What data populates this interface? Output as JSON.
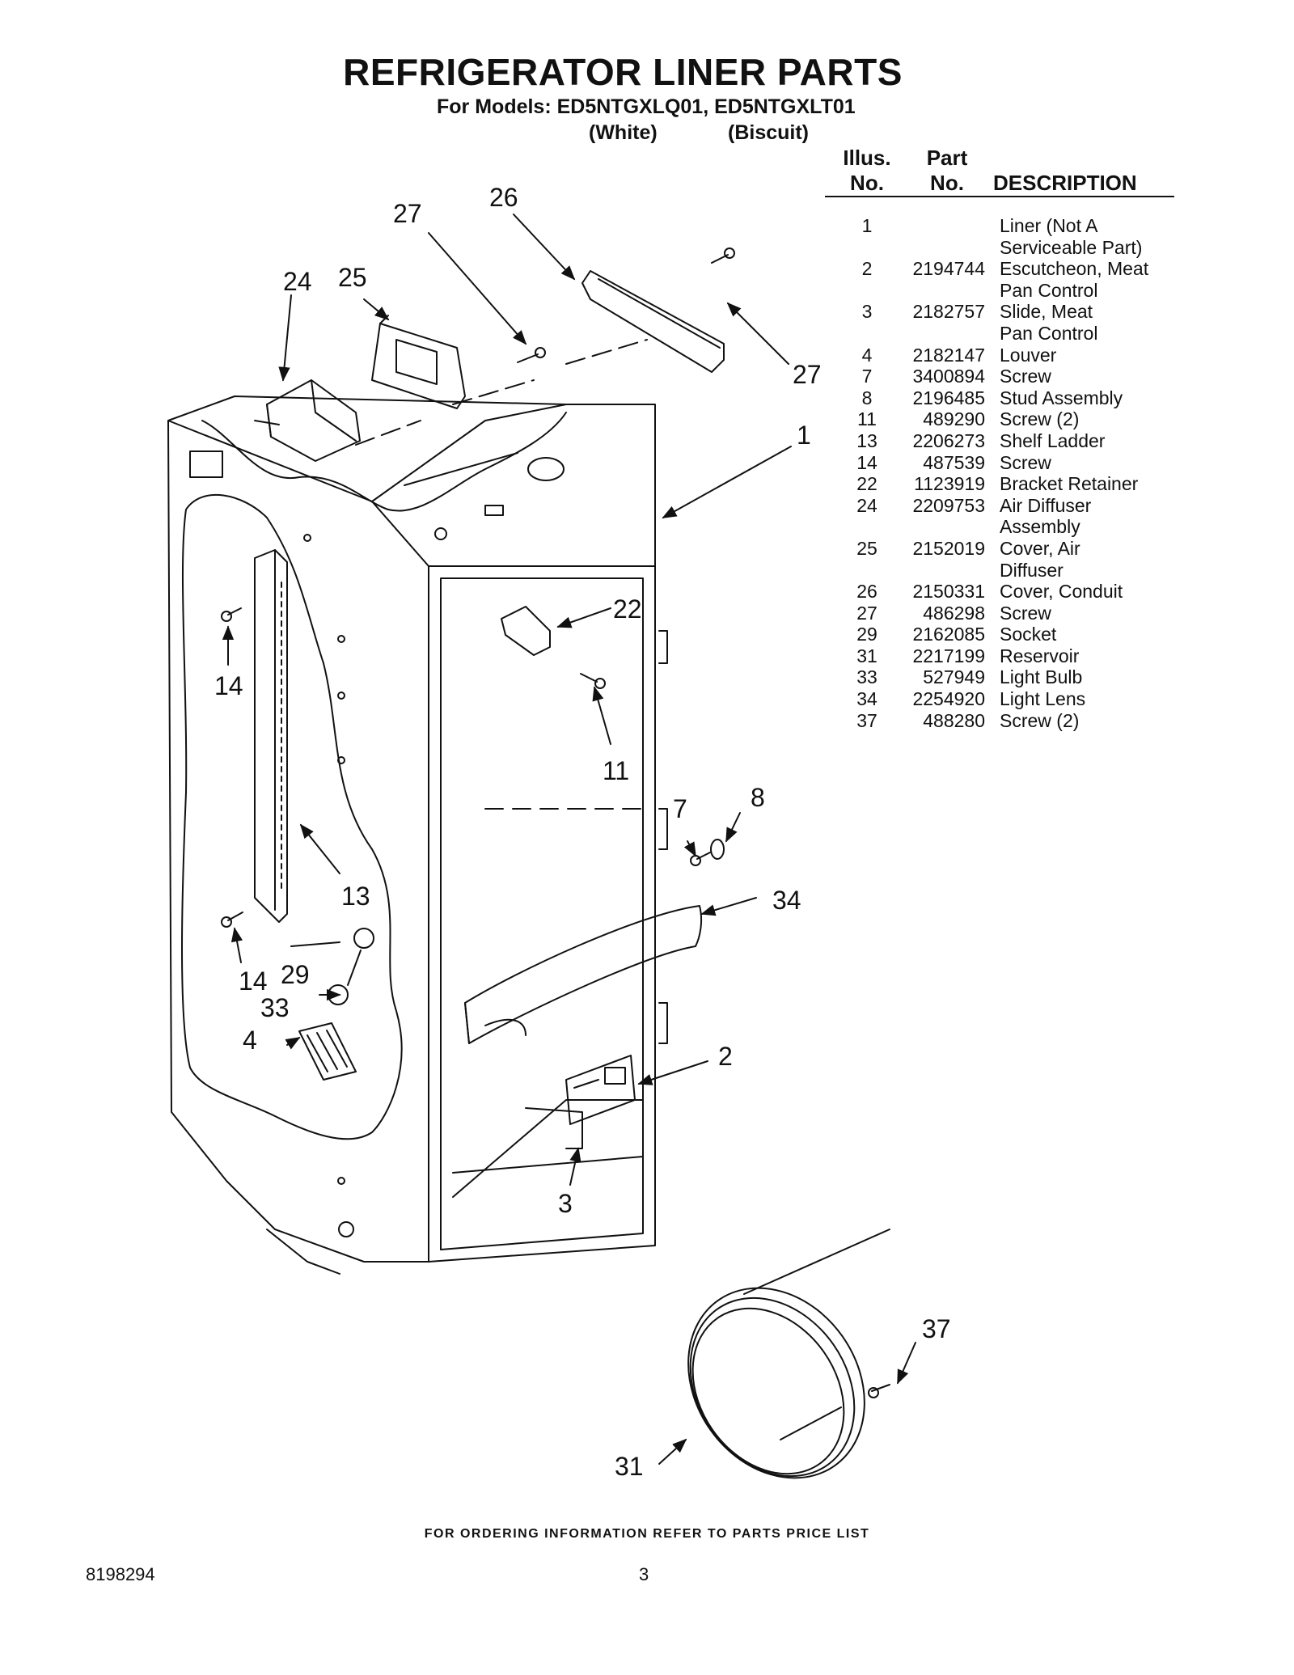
{
  "header": {
    "title": "REFRIGERATOR LINER PARTS",
    "models_line": "For Models: ED5NTGXLQ01, ED5NTGXLT01",
    "variant_white": "(White)",
    "variant_biscuit": "(Biscuit)"
  },
  "table": {
    "col_illus_line1": "Illus.",
    "col_illus_line2": "No.",
    "col_part_line1": "Part",
    "col_part_line2": "No.",
    "col_desc": "DESCRIPTION",
    "rows": [
      {
        "illus": "1",
        "part": "",
        "desc": [
          "Liner (Not A",
          "Serviceable Part)"
        ]
      },
      {
        "illus": "2",
        "part": "2194744",
        "desc": [
          "Escutcheon, Meat",
          "Pan Control"
        ]
      },
      {
        "illus": "3",
        "part": "2182757",
        "desc": [
          "Slide, Meat",
          "Pan Control"
        ]
      },
      {
        "illus": "4",
        "part": "2182147",
        "desc": [
          "Louver"
        ]
      },
      {
        "illus": "7",
        "part": "3400894",
        "desc": [
          "Screw"
        ]
      },
      {
        "illus": "8",
        "part": "2196485",
        "desc": [
          "Stud Assembly"
        ]
      },
      {
        "illus": "11",
        "part": "489290",
        "desc": [
          "Screw (2)"
        ]
      },
      {
        "illus": "13",
        "part": "2206273",
        "desc": [
          "Shelf Ladder"
        ]
      },
      {
        "illus": "14",
        "part": "487539",
        "desc": [
          "Screw"
        ]
      },
      {
        "illus": "22",
        "part": "1123919",
        "desc": [
          "Bracket Retainer"
        ]
      },
      {
        "illus": "24",
        "part": "2209753",
        "desc": [
          "Air Diffuser",
          "Assembly"
        ]
      },
      {
        "illus": "25",
        "part": "2152019",
        "desc": [
          "Cover, Air",
          "Diffuser"
        ]
      },
      {
        "illus": "26",
        "part": "2150331",
        "desc": [
          "Cover, Conduit"
        ]
      },
      {
        "illus": "27",
        "part": "486298",
        "desc": [
          "Screw"
        ]
      },
      {
        "illus": "29",
        "part": "2162085",
        "desc": [
          "Socket"
        ]
      },
      {
        "illus": "31",
        "part": "2217199",
        "desc": [
          "Reservoir"
        ]
      },
      {
        "illus": "33",
        "part": "527949",
        "desc": [
          "Light Bulb"
        ]
      },
      {
        "illus": "34",
        "part": "2254920",
        "desc": [
          "Light Lens"
        ]
      },
      {
        "illus": "37",
        "part": "488280",
        "desc": [
          "Screw (2)"
        ]
      }
    ]
  },
  "callouts": {
    "c27a": "27",
    "c26": "26",
    "c24": "24",
    "c25": "25",
    "c27b": "27",
    "c1": "1",
    "c22": "22",
    "c14a": "14",
    "c11": "11",
    "c7": "7",
    "c8": "8",
    "c13": "13",
    "c34": "34",
    "c14b": "14",
    "c29": "29",
    "c33": "33",
    "c4": "4",
    "c2": "2",
    "c3": "3",
    "c37": "37",
    "c31": "31"
  },
  "footer": {
    "ordering_note": "FOR ORDERING INFORMATION REFER TO PARTS PRICE LIST",
    "doc_number": "8198294",
    "page_number": "3"
  }
}
